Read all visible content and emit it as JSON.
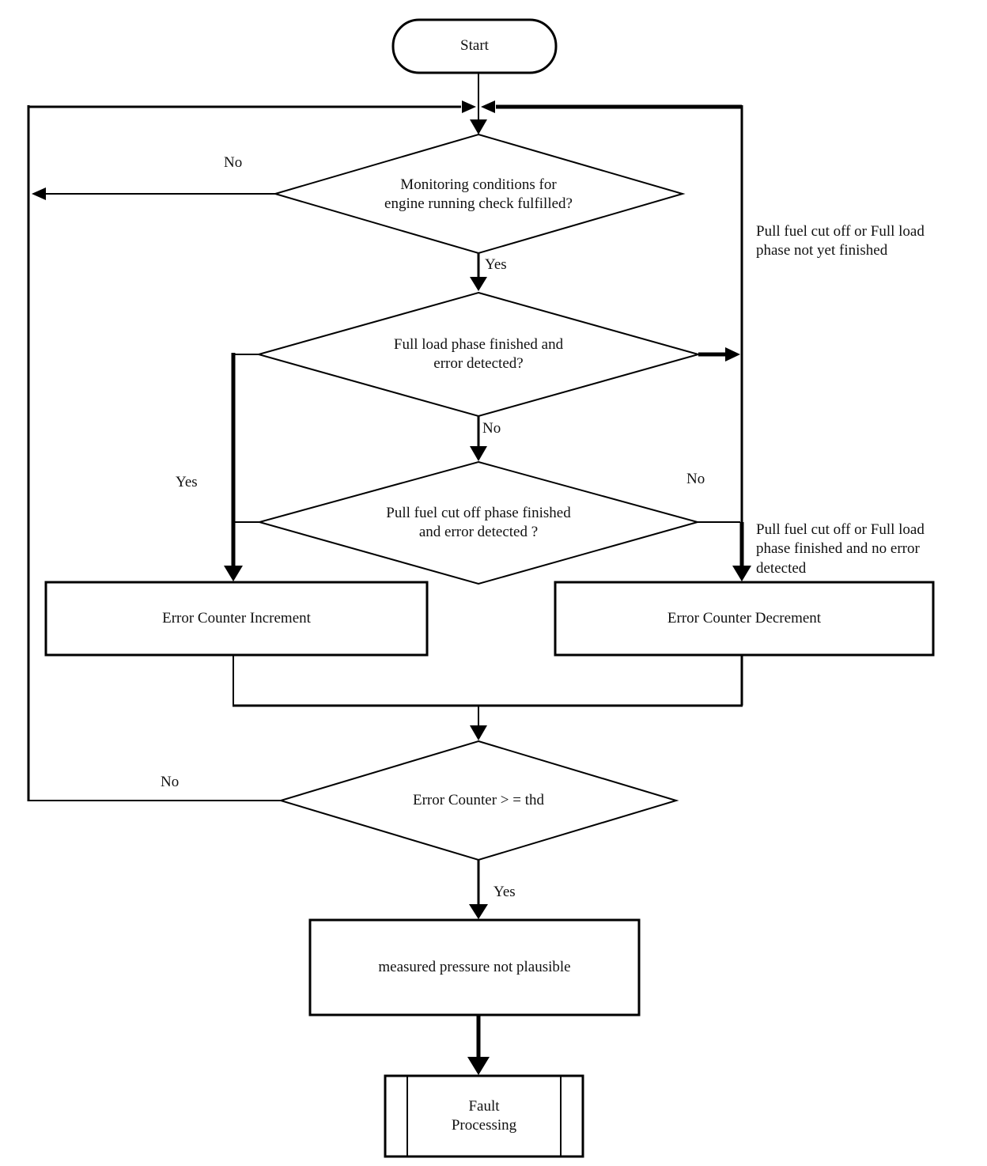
{
  "page": {
    "background_color": "#ffffff",
    "line_color": "#000000",
    "text_color": "#111111"
  },
  "nodes": {
    "start": {
      "type": "terminator",
      "label": "Start"
    },
    "decision_monitoring": {
      "type": "decision",
      "label": "Monitoring conditions for\nengine running check fulfilled?"
    },
    "decision_full_load": {
      "type": "decision",
      "label": "Full load phase finished and\nerror detected?"
    },
    "decision_fuel_cut_off": {
      "type": "decision",
      "label": "Pull fuel cut off phase finished\nand error detected ?"
    },
    "error_counter_increment": {
      "type": "process",
      "label": "Error Counter Increment"
    },
    "error_counter_decrement": {
      "type": "process",
      "label": "Error Counter Decrement"
    },
    "decision_threshold": {
      "type": "decision",
      "label": "Error Counter > = thd"
    },
    "pressure_not_plausible": {
      "type": "process",
      "label": "measured pressure not plausible"
    },
    "fault_processing": {
      "type": "predefined-process",
      "label": "Fault\nProcessing"
    }
  },
  "edge_labels": {
    "monitoring_no": "No",
    "monitoring_yes": "Yes",
    "full_load_no": "No",
    "increment_yes": "Yes",
    "fuel_cut_off_no": "No",
    "threshold_no": "No",
    "threshold_yes": "Yes"
  },
  "annotations": {
    "phase_not_finished": "Pull fuel cut off or Full load\nphase not yet finished",
    "phase_finished_no_error": "Pull fuel cut off or Full load\nphase finished and no error\ndetected"
  }
}
